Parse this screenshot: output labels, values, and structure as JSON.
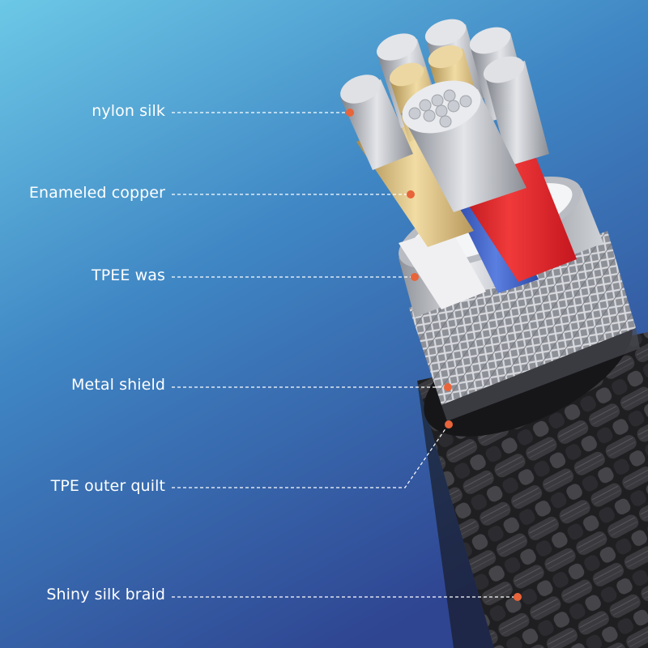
{
  "colors": {
    "background_top": "#6cc3e3",
    "background_bottom": "#2f4a94",
    "leader_line": "#ffffff",
    "marker_dot": "#e8643a",
    "copper": "#d9b56a",
    "red_insulation": "#e0262a",
    "blue_insulation": "#3f62c9",
    "white_insulation": "#f2f2f2",
    "yellow_insulation": "#d8d23a",
    "braid": "#2a2a2c"
  },
  "callouts": [
    {
      "id": "nylon-silk",
      "label": "nylon silk"
    },
    {
      "id": "enameled-copper",
      "label": "Enameled copper"
    },
    {
      "id": "tpee",
      "label": "TPEE was"
    },
    {
      "id": "metal-shield",
      "label": "Metal shield"
    },
    {
      "id": "tpe-outer-quilt",
      "label": "TPE outer quilt"
    },
    {
      "id": "shiny-silk-braid",
      "label": "Shiny silk braid"
    }
  ]
}
